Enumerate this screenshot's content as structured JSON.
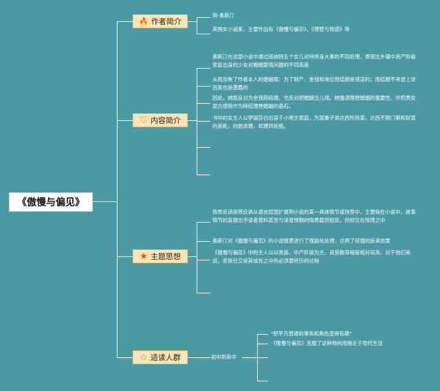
{
  "root": {
    "title": "《傲慢与偏见》"
  },
  "branches": [
    {
      "label": "作者简介",
      "icon": "fire-icon",
      "icon_char": "🔥",
      "icon_color": "#e8471c",
      "items": [
        "简·奥斯汀",
        "英国女小说家，主要作品有《傲慢与偏见》、《理智与情感》等"
      ]
    },
    {
      "label": "内容简介",
      "icon": "heart-icon",
      "icon_char": "♡",
      "icon_color": "#d94d4d",
      "items": [
        "奥斯汀在这部小说中通过班纳特五个女儿对待终身大事的不同处理，表现出乡镇中资产阶级家庭出身的少女对婚姻爱情问题的不同态度",
        "从而反映了作者本人的婚姻观：为了财产、金钱和地位而结婚是错误的；而结婚不考虑上述因素也是愚蠢的",
        "因此，她既反对为金钱而结婚，也反对把婚姻当儿戏。她强调理想婚姻的重要性，并把男女双方感情作为缔结理想婚姻的基石。",
        "书中的女主人公伊丽莎白出身于小地主家庭，为富豪子弟达西所热爱。达西不顾门第和财富的差距，向她求婚，却遭到拒绝。"
      ]
    },
    {
      "label": "主题思想",
      "icon": "star-icon",
      "icon_char": "★",
      "icon_color": "#e0541c",
      "items": [
        "情景反讽是将反讽从语言层面扩展到小说的某一具体情节或场景中，主要指在小说中，故事情节的发展出乎读者意料甚至与读者预期的情景截然相反，但却又在情理之中",
        "奥斯汀对《傲慢与偏见》的小说情景进行了戏剧化处理，达到了较强的反讽效果",
        "《傲慢与偏见》中的主人公以贵族、中产阶级为主，其受教育程度相对较高，对于他们来说，家族社交是其成长之中所必须要经历的过程"
      ]
    },
    {
      "label": "适读人群",
      "icon": "star-outline-icon",
      "icon_char": "☆",
      "icon_color": "#4a86c5",
      "sub_label": "初中到高中",
      "items": [
        "\"把平凡普通的事务和角色变得有趣\"",
        "《傲慢与偏见》克服了这种倾向而接近于现代生活"
      ]
    }
  ]
}
